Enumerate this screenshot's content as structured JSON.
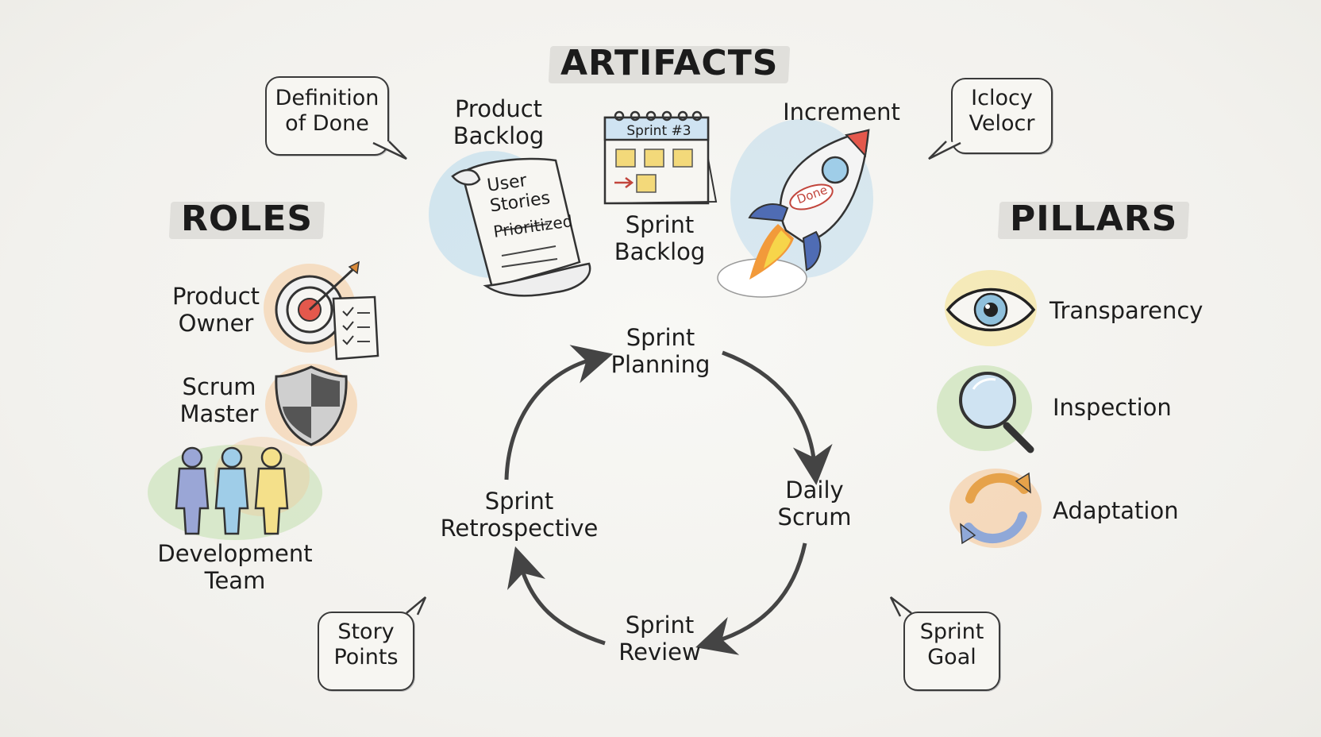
{
  "headings": {
    "artifacts": "ARTIFACTS",
    "roles": "ROLES",
    "pillars": "PILLARS"
  },
  "bubbles": {
    "definition_of_done": [
      "Definition",
      "of Done"
    ],
    "velocity": [
      "Iclocy",
      "Velocr"
    ],
    "story_points": [
      "Story",
      "Points"
    ],
    "sprint_goal": [
      "Sprint",
      "Goal"
    ]
  },
  "artifacts": {
    "product_backlog": [
      "Product",
      "Backlog"
    ],
    "scroll_text": [
      "User",
      "Stories",
      "Prioritized"
    ],
    "sprint_backlog": [
      "Sprint",
      "Backlog"
    ],
    "calendar_title": "Sprint #3",
    "increment": "Increment",
    "rocket_badge": "Done"
  },
  "roles": {
    "product_owner": [
      "Product",
      "Owner"
    ],
    "scrum_master": [
      "Scrum",
      "Master"
    ],
    "development_team": [
      "Development",
      "Team"
    ]
  },
  "cycle": {
    "sprint_planning": [
      "Sprint",
      "Planning"
    ],
    "daily_scrum": [
      "Daily",
      "Scrum"
    ],
    "sprint_review": [
      "Sprint",
      "Review"
    ],
    "sprint_retrospective": [
      "Sprint",
      "Retrospective"
    ]
  },
  "pillars": {
    "transparency": "Transparency",
    "inspection": "Inspection",
    "adaptation": "Adaptation"
  },
  "colors": {
    "ink": "#1d1d1d",
    "blue_wash": "#a9d3ea",
    "orange_wash": "#f6c08a",
    "green_wash": "#b9dca0",
    "yellow_wash": "#f4e08a",
    "sticky": "#f3d97a",
    "rocket_red": "#e4584c",
    "flame": "#f29a3a"
  },
  "icons": [
    "target-icon",
    "checklist-icon",
    "shield-icon",
    "team-icon",
    "scroll-icon",
    "calendar-icon",
    "rocket-icon",
    "eye-icon",
    "magnifier-icon",
    "refresh-icon"
  ]
}
